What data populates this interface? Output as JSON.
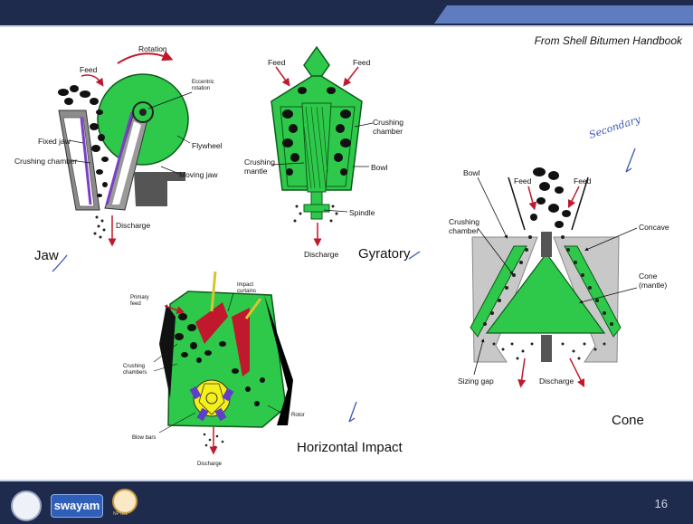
{
  "header": {
    "credit": "From Shell Bitumen Handbook"
  },
  "captions": {
    "jaw": "Jaw",
    "gyratory": "Gyratory",
    "horizontal_impact": "Horizontal Impact",
    "cone": "Cone"
  },
  "jaw_labels": {
    "rotation": "Rotation",
    "feed": "Feed",
    "eccentric_rotation": "Eccentric rotation",
    "flywheel": "Flywheel",
    "fixed_jaw": "Fixed jaw",
    "crushing_chamber": "Crushing chamber",
    "moving_jaw": "Moving jaw",
    "discharge": "Discharge"
  },
  "gyratory_labels": {
    "feed_left": "Feed",
    "feed_right": "Feed",
    "crushing_chamber": "Crushing chamber",
    "crushing_mantle": "Crushing mantle",
    "bowl": "Bowl",
    "spindle": "Spindle",
    "discharge": "Discharge"
  },
  "impact_labels": {
    "primary_feed": "Primary feed",
    "impact_curtains": "Impact curtains",
    "crushing_chambers": "Crushing chambers",
    "rotor": "Rotor",
    "blow_bars": "Blow bars",
    "discharge": "Discharge"
  },
  "cone_labels": {
    "bowl": "Bowl",
    "feed_left": "Feed",
    "feed_right": "Feed",
    "crushing_chamber": "Crushing chamber",
    "concave": "Concave",
    "cone_mantle": "Cone (mantle)",
    "sizing_gap": "Sizing gap",
    "discharge": "Discharge"
  },
  "annotation": {
    "handwritten": "Secondary"
  },
  "footer": {
    "page_number": "16",
    "swayam": "swayam",
    "nptel": "NPTEL"
  },
  "colors": {
    "crusher_green": "#2ec84a",
    "dark_green": "#0e5a1c",
    "band": "#1f2b4d",
    "accent_blue": "#5f7cbf",
    "impact_red": "#c0182c",
    "rotor_yellow": "#f5ef1a",
    "pen_blue": "#3d55b8"
  }
}
